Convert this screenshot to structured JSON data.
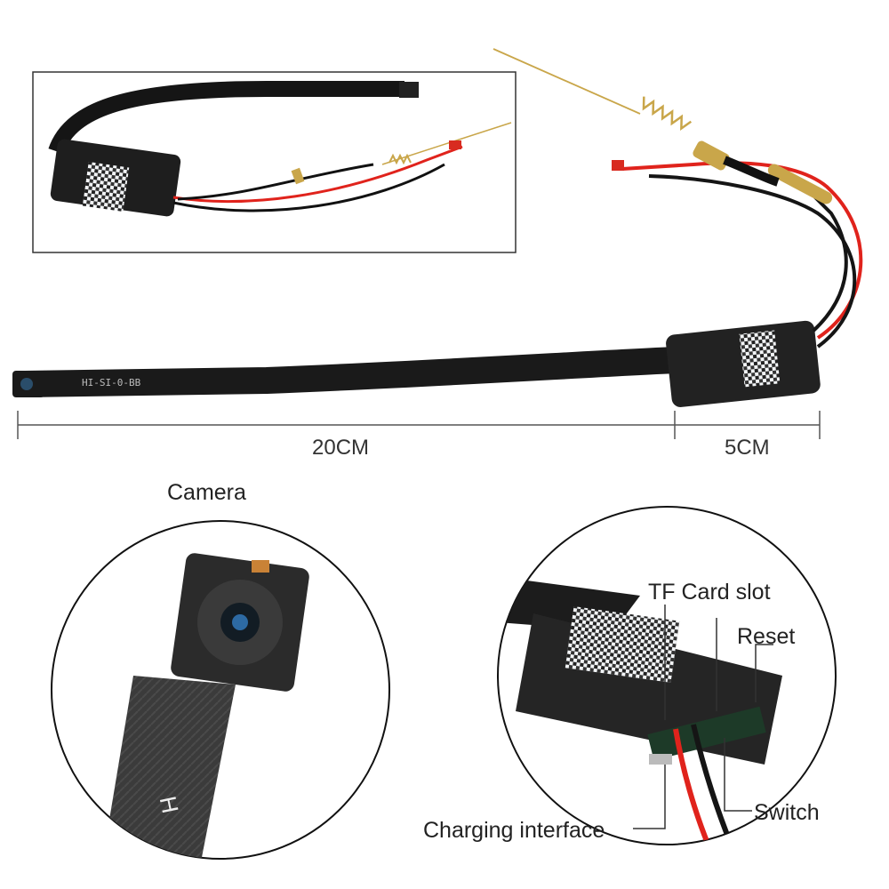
{
  "dimensions": {
    "cable_length": "20CM",
    "module_length": "5CM"
  },
  "callouts": {
    "camera": "Camera",
    "tf_card_slot": "TF Card slot",
    "reset": "Reset",
    "switch": "Switch",
    "charging_interface": "Charging interface"
  },
  "printed_marks": {
    "cable_code": "HI-SI-0-BB"
  },
  "colors": {
    "cable": "#1b1b1b",
    "module": "#222222",
    "red_wire": "#e0231c",
    "antenna": "#c9a64a",
    "qr_label": "#e8ecef"
  }
}
